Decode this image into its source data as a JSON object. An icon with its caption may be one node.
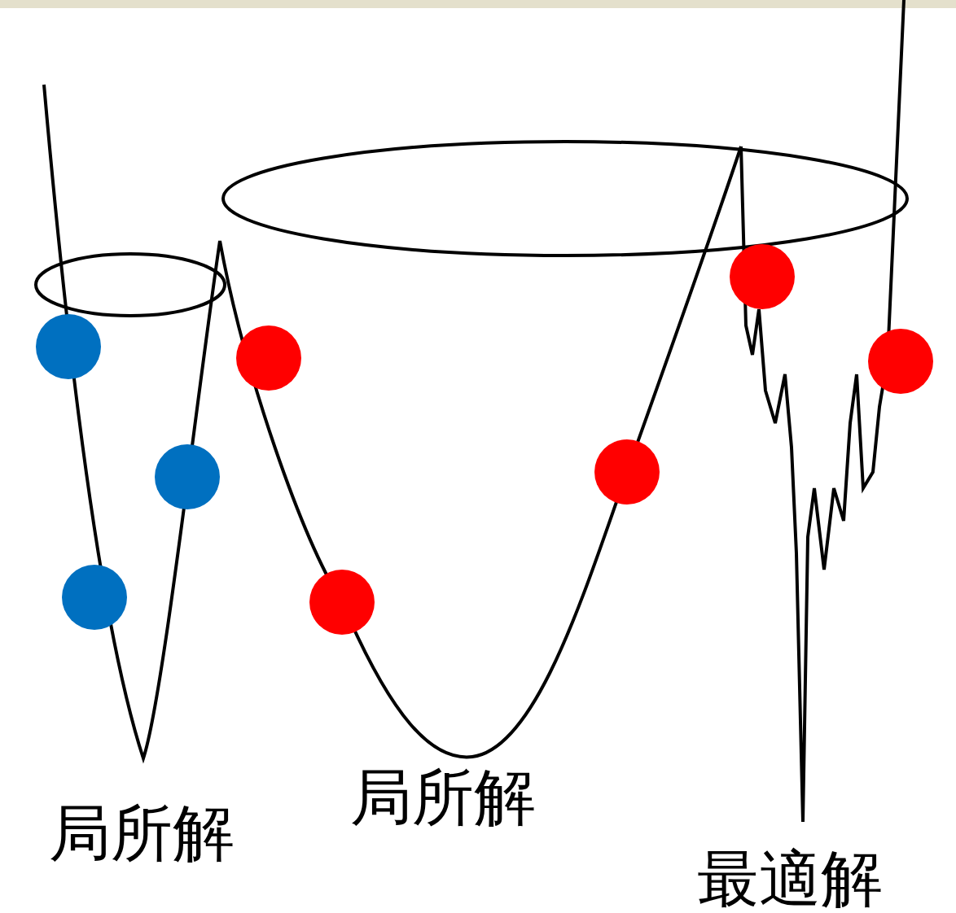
{
  "diagram": {
    "labels": [
      "局所解",
      "局所解",
      "最適解"
    ]
  }
}
